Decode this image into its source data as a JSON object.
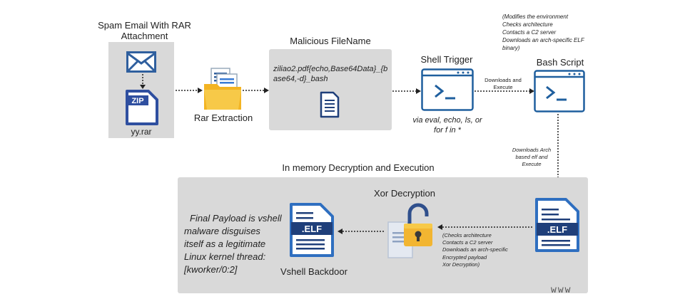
{
  "stage1": {
    "title": "Spam Email With RAR Attachment",
    "file_label": "yy.rar",
    "zip_badge": "ZIP",
    "icons": [
      "envelope-icon",
      "zip-file-icon"
    ]
  },
  "stage2": {
    "label": "Rar Extraction",
    "icon": "folder-documents-icon"
  },
  "stage3": {
    "title": "Malicious FileName",
    "filename": "ziliao2.pdf{echo,Base64Data}_{base64,-d}_bash",
    "icon": "document-icon"
  },
  "stage4": {
    "title": "Shell Trigger",
    "note": "via eval, echo, ls, or for f in *",
    "icon": "terminal-icon"
  },
  "edge_downloads_execute": "Downloads and Execute",
  "stage5": {
    "title": "Bash Script",
    "icon": "terminal-icon",
    "note_lines": [
      "(Modifies the environment",
      "Checks architecture",
      "Contacts a C2 server",
      "Downloads an arch-specific ELF",
      "binary)"
    ]
  },
  "edge_arch_elf": [
    "Downloads  Arch",
    "based elf and",
    "Execute"
  ],
  "stage6": {
    "title": "In memory Decryption and Execution"
  },
  "elf_file": {
    "ext": ".ELF",
    "icon": "elf-file-icon"
  },
  "edge_elf_notes": [
    "(Checks architecture",
    "Contacts a C2 server",
    "Downloads an arch-specific",
    "Encrypted payload",
    "Xor Decryption)"
  ],
  "xor": {
    "title": "Xor Decryption",
    "icon": "padlock-documents-icon"
  },
  "vshell": {
    "ext": ".ELF",
    "label": "Vshell Backdoor",
    "icon": "elf-file-icon"
  },
  "final_note": [
    "Final Payload is vshell",
    "malware disguises",
    "itself as a legitimate",
    "Linux kernel thread:",
    "[kworker/0:2]"
  ],
  "watermark": "www"
}
